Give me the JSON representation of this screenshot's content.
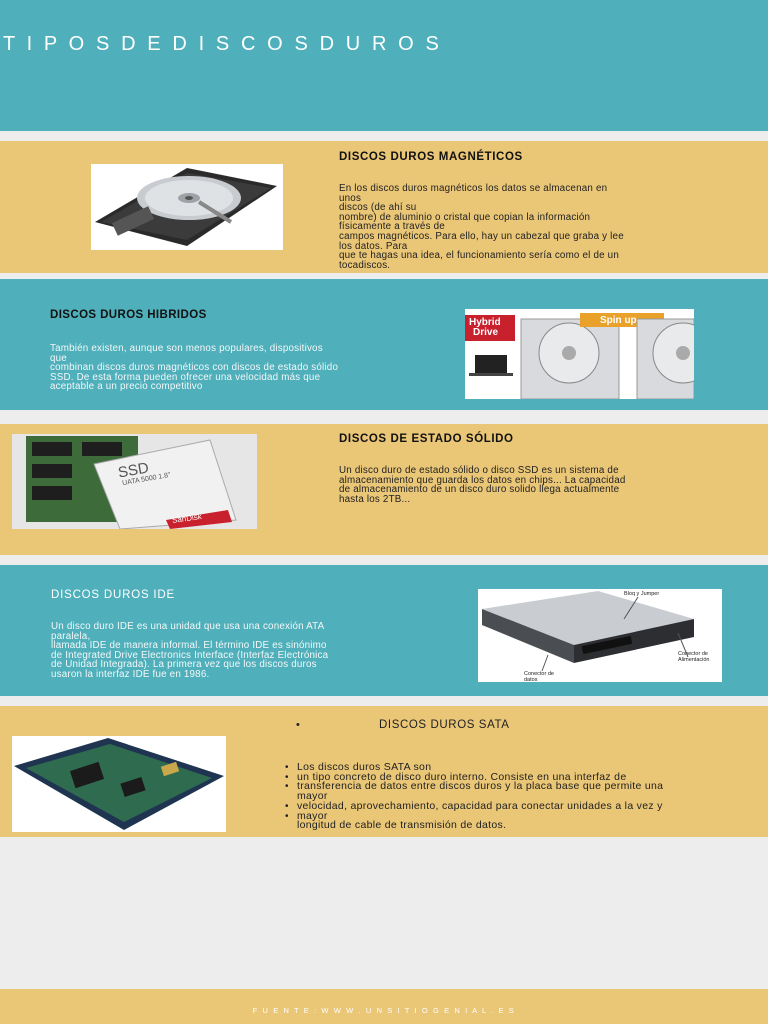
{
  "title": "T I P O S D E D I S C O S D U R O S",
  "sections": {
    "magneticos": {
      "heading": "DISCOS DUROS MAGNÉTICOS",
      "body": "En los discos duros magnéticos los datos se almacenan en\nunos\ndiscos (de ahí su\nnombre) de aluminio o cristal que copian la información\nfísicamente a través de\ncampos magnéticos. Para ello, hay un cabezal que graba y lee\nlos datos. Para\nque te hagas una idea, el funcionamiento sería como el de un\ntocadiscos."
    },
    "hibridos": {
      "heading": "DISCOS DUROS HIBRIDOS",
      "body": "También existen, aunque son menos populares, dispositivos\nque\ncombinan discos duros magnéticos con discos de estado sólido\nSSD. De esta forma pueden ofrecer una velocidad más que\naceptable a un precio competitivo",
      "img_label_a": "Hybrid",
      "img_label_b": "Drive",
      "img_label_c": "Spin up"
    },
    "ssd": {
      "heading": "DISCOS DE ESTADO SÓLIDO",
      "body": "Un disco duro de estado sólido o disco SSD es un sistema de\nalmacenamiento que guarda los datos en chips... La capacidad\nde almacenamiento de un disco duro solido llega actualmente\nhasta los 2TB...",
      "img_label_ssd": "SSD",
      "img_label_model": "UATA 5000 1.8\"",
      "img_label_brand": "SanDisk"
    },
    "ide": {
      "heading": "DISCOS DUROS IDE",
      "body": "Un disco duro IDE es una unidad que usa una conexión ATA\nparalela,\nllamada IDE de manera informal. El término IDE es sinónimo\nde Integrated Drive Electronics Interface (Interfaz Electrónica\nde Unidad Integrada). La primera vez que los discos duros\nusaron la interfaz IDE fue en 1986.",
      "callout_a": "Bloq y Jumper",
      "callout_b": "Conector de Alimentación",
      "callout_c": "Conector de datos"
    },
    "sata": {
      "heading": "DISCOS DUROS SATA",
      "heading_bullet": "•",
      "items": [
        "Los discos duros SATA son",
        "un tipo concreto de disco duro interno. Consiste en una interfaz de",
        "transferencia de datos entre discos duros y la placa base que permite una",
        "mayor",
        "velocidad, aprovechamiento, capacidad para conectar unidades a la vez y",
        "mayor",
        "longitud de cable de transmisión de datos."
      ]
    }
  },
  "footer": {
    "source": "F U E N T E : W W W . U N S I T I O G E N I A L . E S"
  },
  "colors": {
    "teal": "#4fb0bb",
    "sand": "#eac677",
    "background": "#ededee"
  }
}
